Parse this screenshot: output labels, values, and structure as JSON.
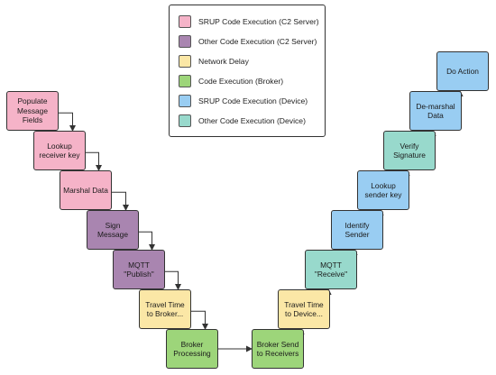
{
  "colors": {
    "srup_c2": "#f5b3c8",
    "other_c2": "#a985b0",
    "network": "#fbe7a6",
    "broker": "#9dd57a",
    "srup_device": "#99cdf2",
    "other_device": "#98d9cc"
  },
  "legend": [
    {
      "label": "SRUP Code Execution (C2 Server)",
      "color_key": "srup_c2"
    },
    {
      "label": "Other Code Execution (C2 Server)",
      "color_key": "other_c2"
    },
    {
      "label": "Network Delay",
      "color_key": "network"
    },
    {
      "label": "Code Execution (Broker)",
      "color_key": "broker"
    },
    {
      "label": "SRUP Code Execution (Device)",
      "color_key": "srup_device"
    },
    {
      "label": "Other Code Execution (Device)",
      "color_key": "other_device"
    }
  ],
  "nodes": [
    {
      "id": "populate",
      "label": "Populate\nMessage\nFields",
      "color_key": "srup_c2"
    },
    {
      "id": "lookup-receiver",
      "label": "Lookup\nreceiver key",
      "color_key": "srup_c2"
    },
    {
      "id": "marshal",
      "label": "Marshal Data",
      "color_key": "srup_c2"
    },
    {
      "id": "sign",
      "label": "Sign\nMessage",
      "color_key": "other_c2"
    },
    {
      "id": "mqtt-publish",
      "label": "MQTT\n\"Publish\"",
      "color_key": "other_c2"
    },
    {
      "id": "travel-broker",
      "label": "Travel Time\nto Broker...",
      "color_key": "network"
    },
    {
      "id": "broker-processing",
      "label": "Broker\nProcessing",
      "color_key": "broker"
    },
    {
      "id": "broker-send",
      "label": "Broker Send\nto Receivers",
      "color_key": "broker"
    },
    {
      "id": "travel-device",
      "label": "Travel Time\nto Device...",
      "color_key": "network"
    },
    {
      "id": "mqtt-receive",
      "label": "MQTT\n\"Receive\"",
      "color_key": "other_device"
    },
    {
      "id": "identify-sender",
      "label": "Identify\nSender",
      "color_key": "srup_device"
    },
    {
      "id": "lookup-sender",
      "label": "Lookup\nsender key",
      "color_key": "srup_device"
    },
    {
      "id": "verify",
      "label": "Verify\nSignature",
      "color_key": "other_device"
    },
    {
      "id": "demarshal",
      "label": "De-marshal\nData",
      "color_key": "srup_device"
    },
    {
      "id": "do-action",
      "label": "Do Action",
      "color_key": "srup_device"
    }
  ]
}
